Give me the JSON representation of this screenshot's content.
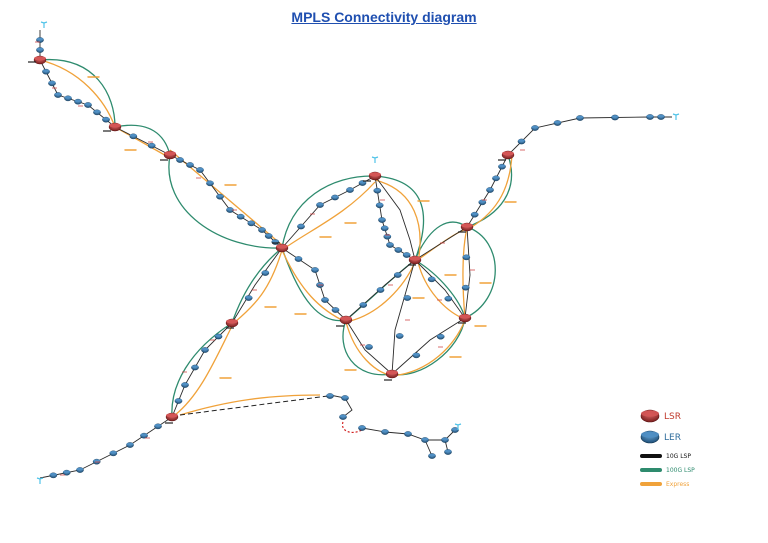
{
  "title": "MPLS Connectivity diagram",
  "legend": {
    "lsr_label": "LSR",
    "ler_label": "LER",
    "lsp_10g_label": "10G LSP",
    "lsp_100g_label": "100G LSP",
    "express_label": "Express"
  },
  "colors": {
    "title": "#1f4fb0",
    "lsr": "#b23a3a",
    "ler": "#2f6c9c",
    "lsp_10g": "#111111",
    "lsp_100g": "#2e8b6e",
    "express": "#f0a23a",
    "client": "#4fc3e8",
    "dashed_link": "#222222",
    "red_dotted": "#d22222"
  },
  "icons": {
    "lsr": "router-lsr-icon",
    "ler": "router-ler-icon",
    "client": "client-antenna-icon"
  }
}
